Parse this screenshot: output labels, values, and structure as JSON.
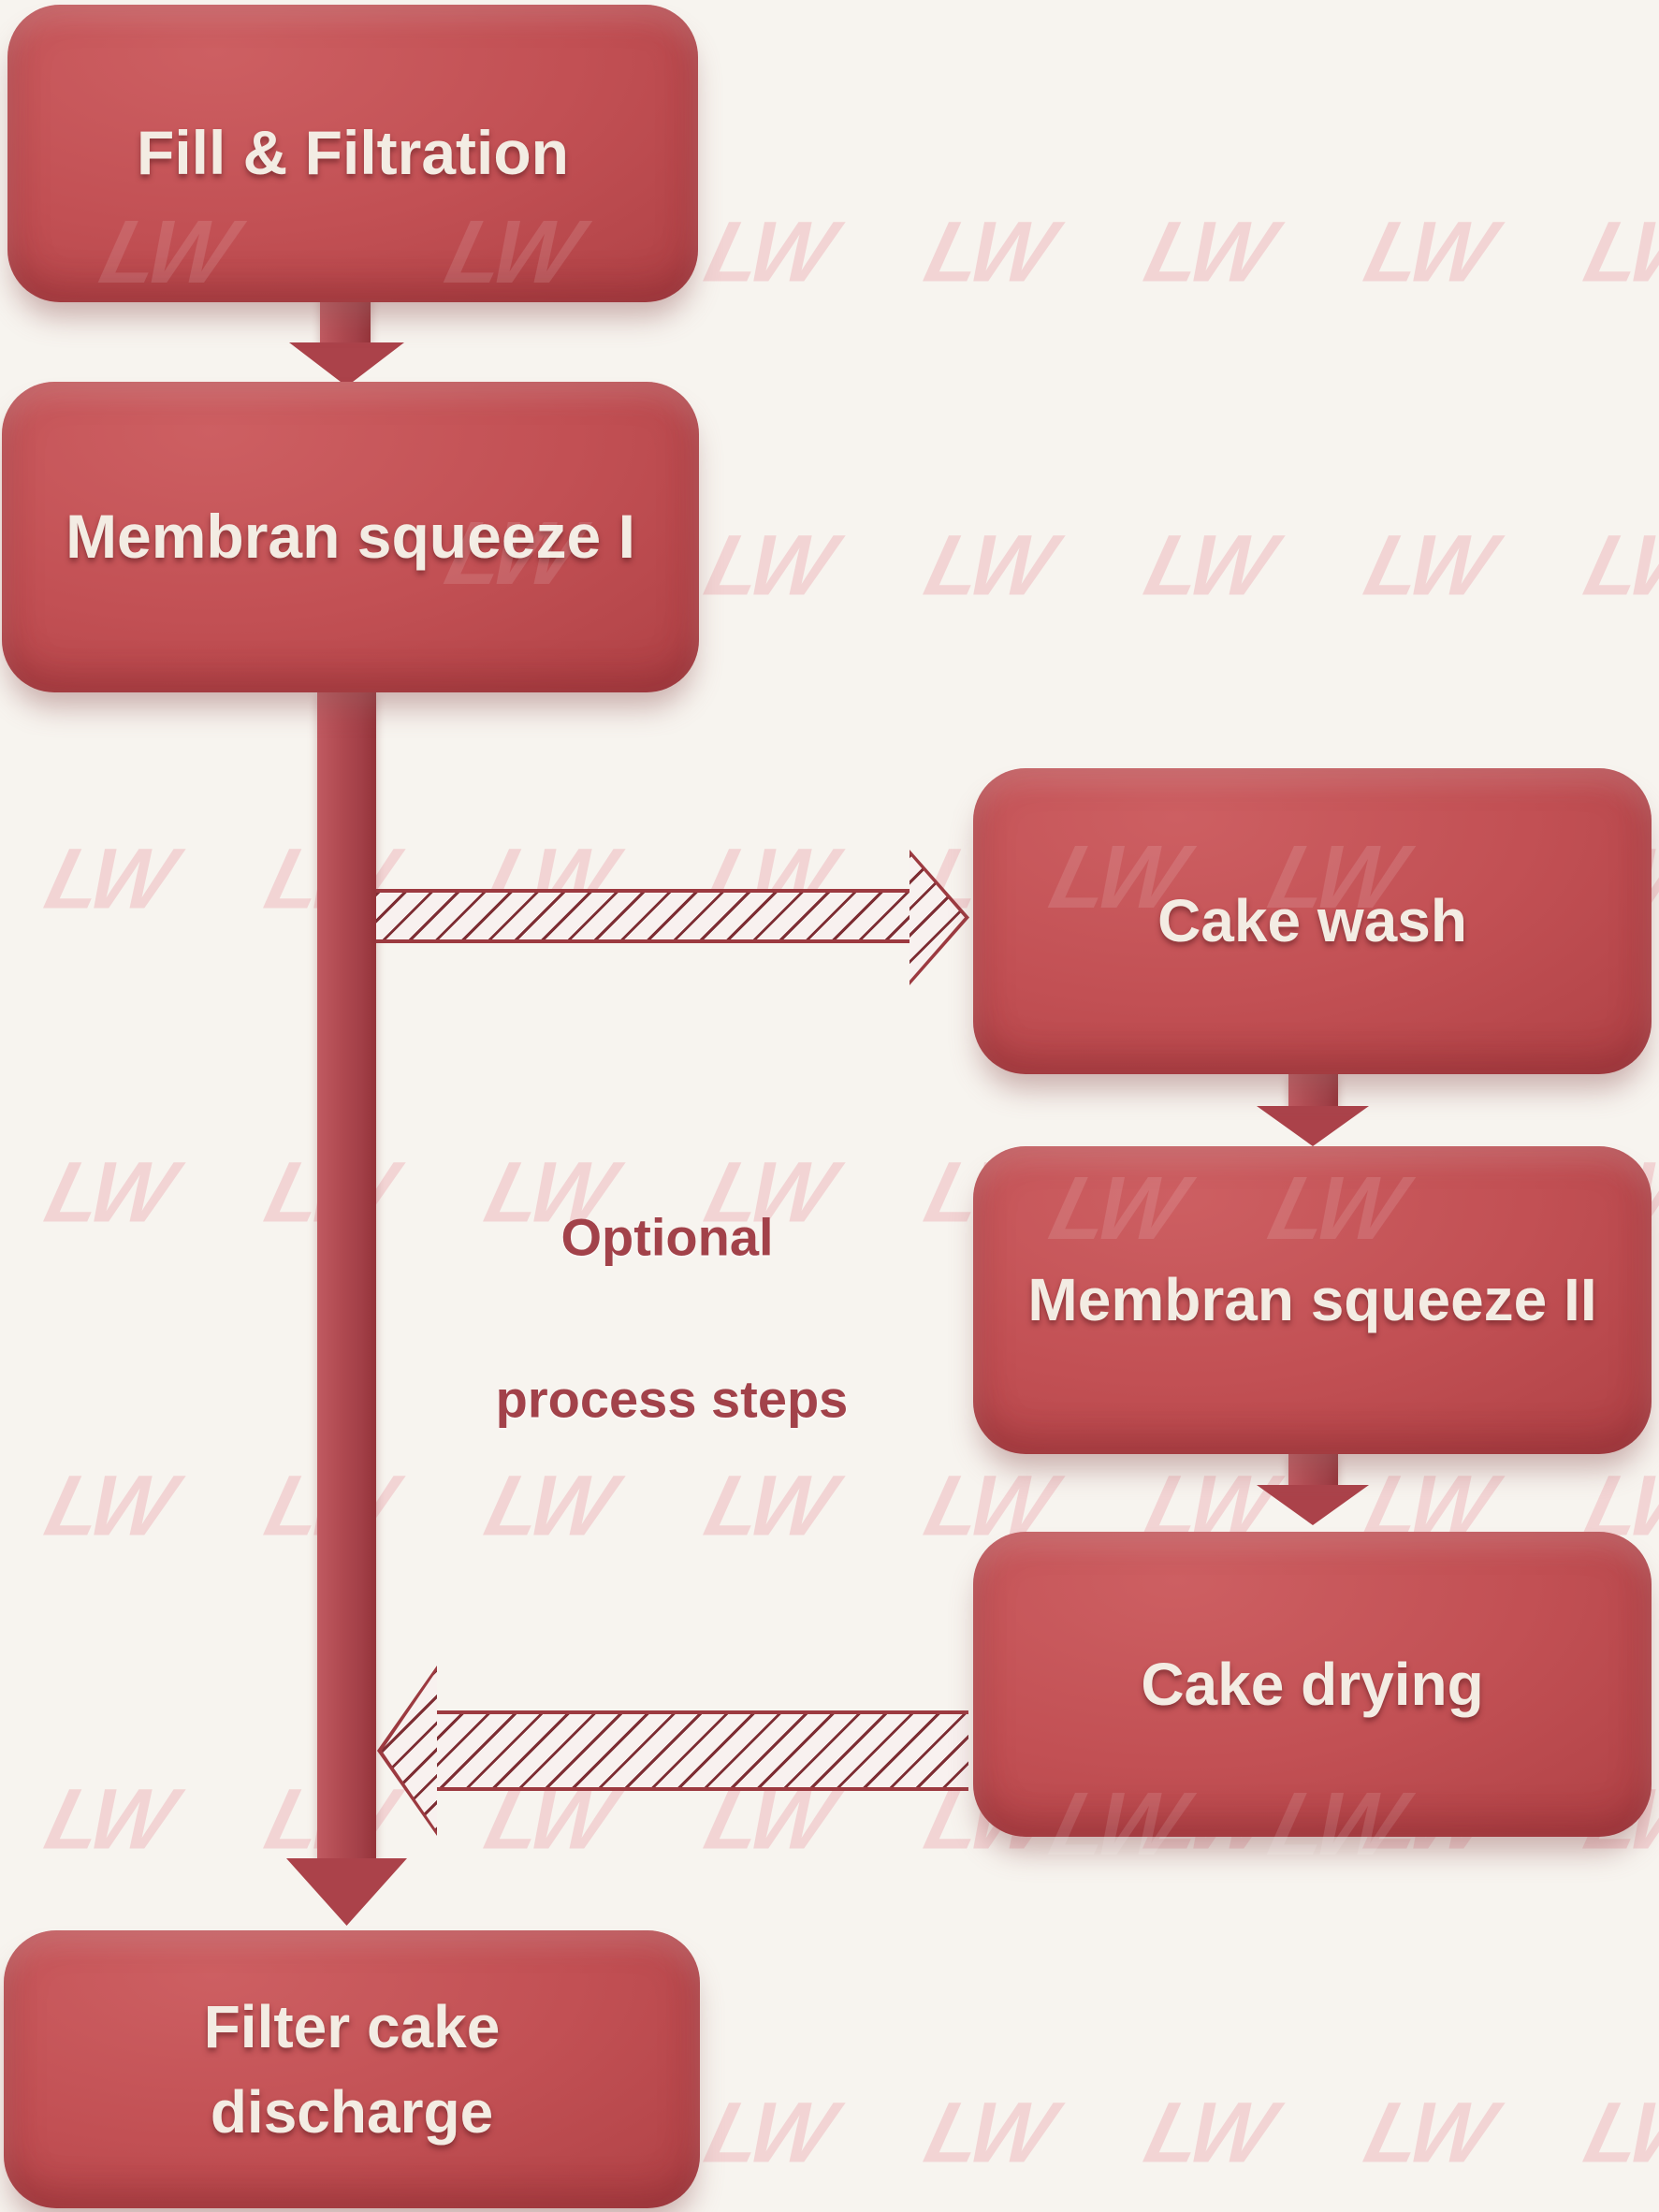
{
  "nodes": {
    "fill_filtration": {
      "label": "Fill & Filtration"
    },
    "membran_squeeze_1": {
      "label": "Membran squeeze I"
    },
    "cake_wash": {
      "label": "Cake wash"
    },
    "membran_squeeze_2": {
      "label": "Membran squeeze II"
    },
    "cake_drying": {
      "label": "Cake drying"
    },
    "filter_cake_discharge": {
      "line1": "Filter cake",
      "line2": "discharge"
    }
  },
  "annotation": {
    "line1": "Optional",
    "line2": "process steps"
  },
  "watermark": {
    "text": "LW"
  },
  "colors": {
    "box_red": "#c25054",
    "box_red_dark": "#a23a41",
    "box_red_light": "#cd5f62",
    "arrow_red": "#ab424a",
    "hatch_line": "#7d2d33",
    "hatch_border": "#9c3a40",
    "hatch_fill": "#f8f1ef",
    "label_text": "#f3ece3",
    "annotation_text": "#a2424a",
    "background": "#f7f4ef",
    "watermark_pink": "#eca4ab"
  }
}
